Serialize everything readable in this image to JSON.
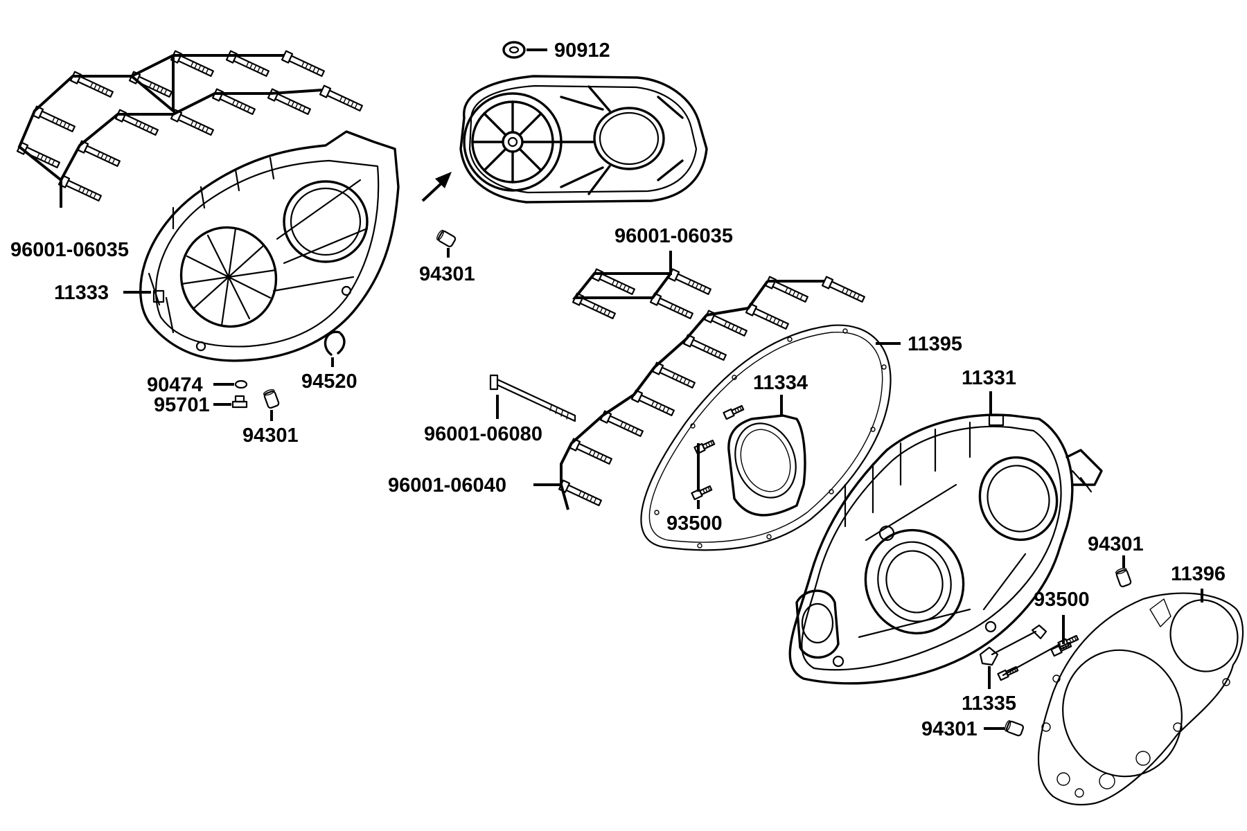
{
  "labels": {
    "bolts_top_left": "96001-06035",
    "cover_outer": "11333",
    "seal": "90912",
    "dowel_top": "94301",
    "circlip": "94520",
    "washer": "90474",
    "screw_small": "95701",
    "dowel_bottom_left": "94301",
    "bolts_middle": "96001-06035",
    "gasket_outer": "11395",
    "plate": "11334",
    "crankcase_cover": "11331",
    "long_bolt": "96001-06080",
    "bolts_lower": "96001-06040",
    "screws_plate": "93500",
    "dowel_right_top": "94301",
    "gasket_inner": "11396",
    "screws_right": "93500",
    "bracket": "11335",
    "dowel_right_bottom": "94301"
  }
}
